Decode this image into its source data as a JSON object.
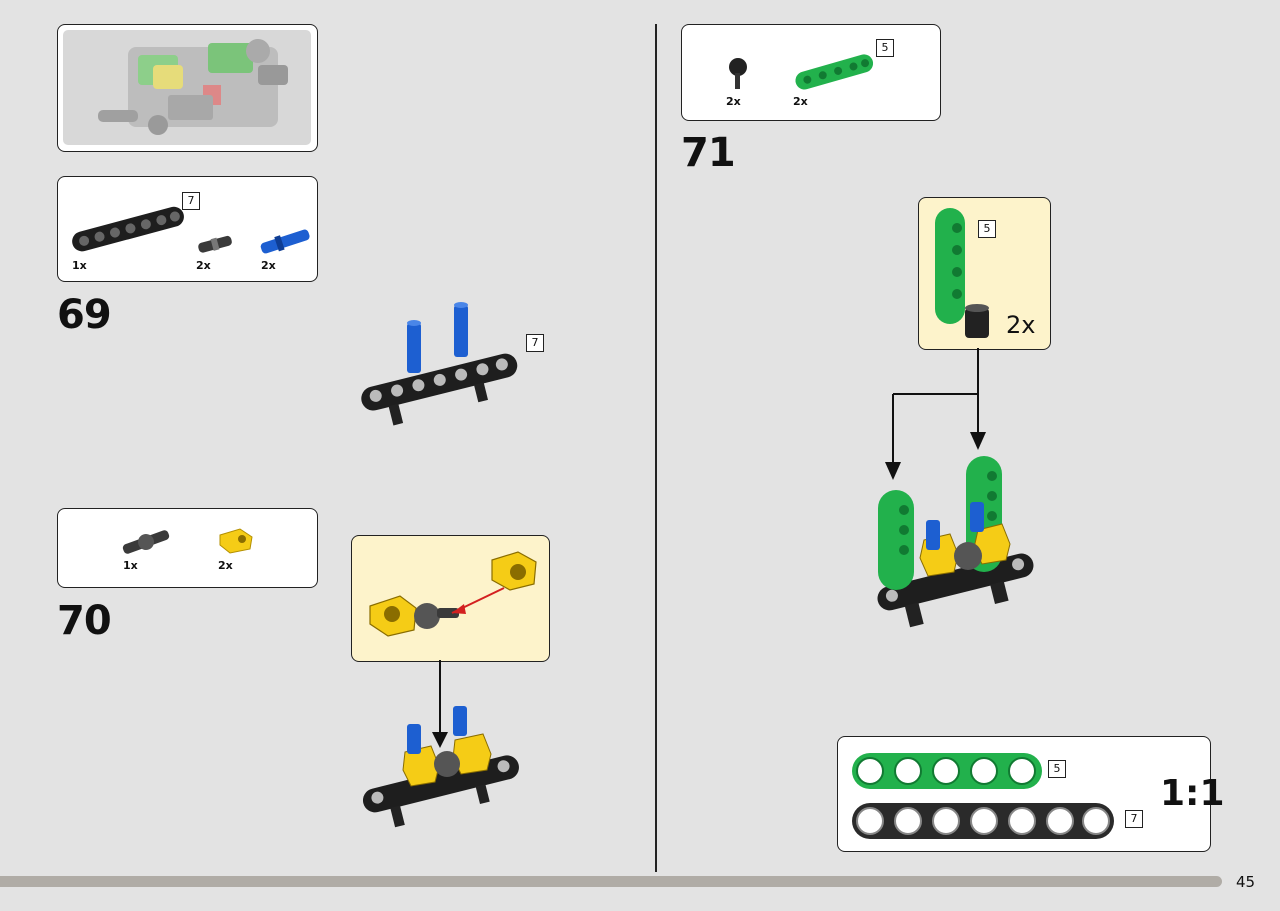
{
  "page": {
    "number": "45"
  },
  "steps": {
    "s69": {
      "label": "69"
    },
    "s70": {
      "label": "70"
    },
    "s71": {
      "label": "71"
    }
  },
  "parts69": {
    "beam": {
      "qty": "1x",
      "length": "7",
      "color": "#1e1e1e"
    },
    "pin_black": {
      "qty": "2x"
    },
    "axle_pin_blue": {
      "qty": "2x",
      "color": "#1d5fd1"
    }
  },
  "assembly69": {
    "length": "7"
  },
  "parts70": {
    "axle_connector": {
      "qty": "1x"
    },
    "yellow_connector": {
      "qty": "2x",
      "color": "#f5cc16"
    }
  },
  "parts71": {
    "bush": {
      "qty": "2x"
    },
    "green_beam": {
      "qty": "2x",
      "length": "5",
      "color": "#22b14c"
    }
  },
  "callout71": {
    "length": "5",
    "qty": "2x"
  },
  "scale": {
    "ratio": "1:1",
    "green_length": "5",
    "black_length": "7"
  }
}
